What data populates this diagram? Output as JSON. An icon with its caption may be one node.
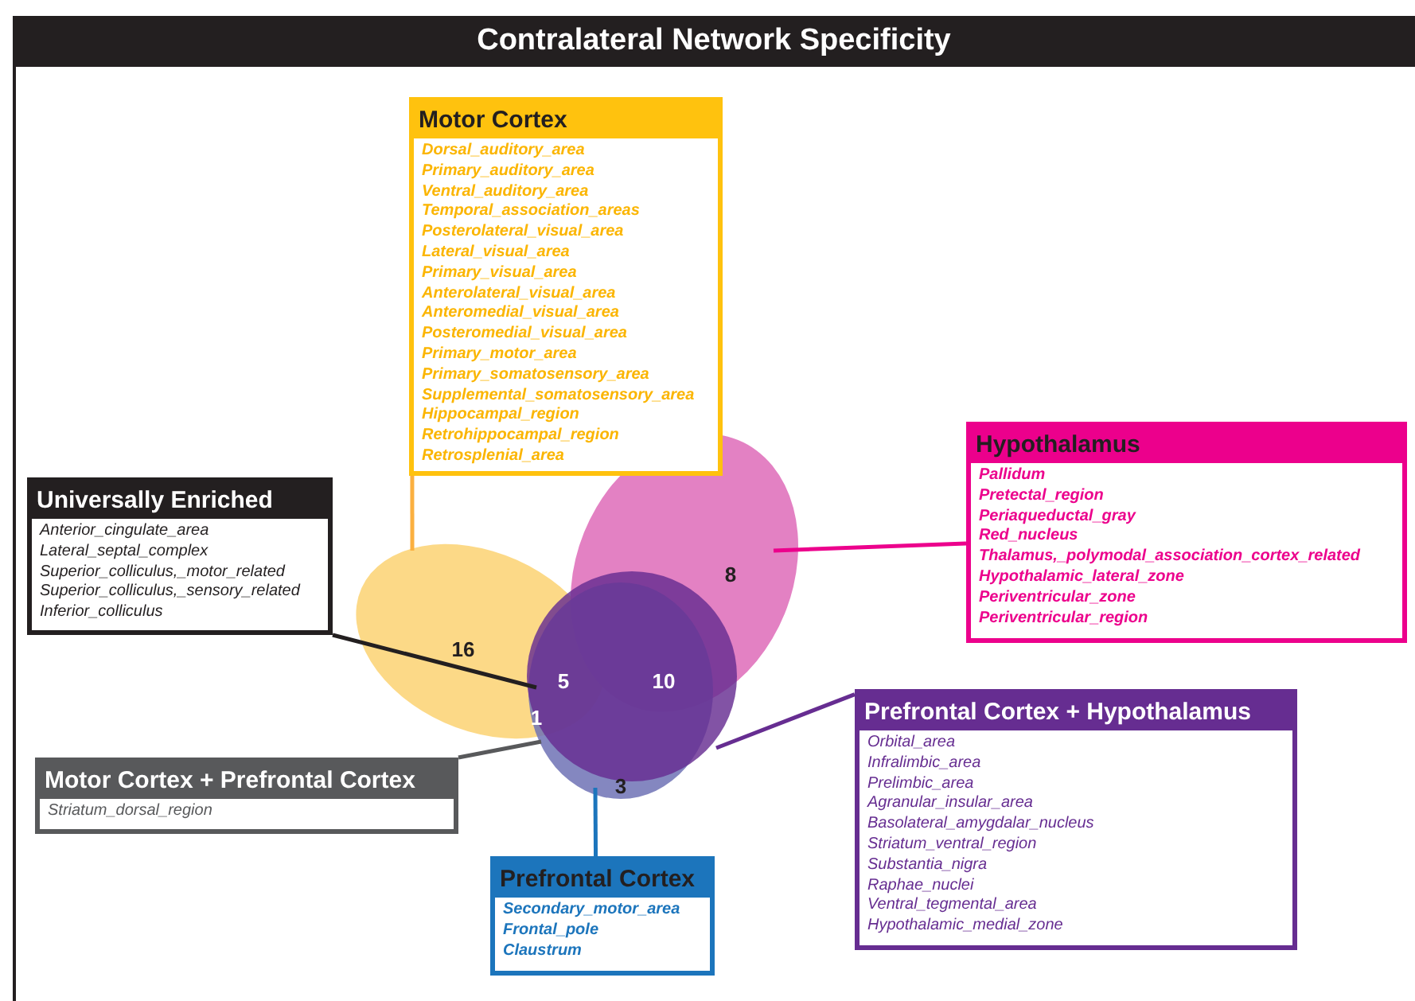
{
  "diagram": {
    "title": "Contralateral Network Specificity",
    "nodes": [
      {
        "text": [
          "Motor Cortex",
          "Dorsal_auditory_area",
          "Primary_auditory_area",
          "Ventral_auditory_area",
          "Temporal_association_areas",
          "Posterolateral_visual_area",
          "Lateral_visual_area",
          "Primary_visual_area",
          "Anterolateral_visual_area",
          "Anteromedial_visual_area",
          "Posteromedial_visual_area",
          "Primary_motor_area",
          "Primary_somatosensory_area",
          "Supplemental_somatosensory_area",
          "Hippocampal_region",
          "Retrohippocampal_region",
          "Retrosplenial_area"
        ]
      },
      {
        "text": [
          "Universally Enriched",
          "Anterior_cingulate_area",
          "Lateral_septal_complex",
          "Superior_colliculus,_motor_related",
          "Superior_colliculus,_sensory_related",
          "Inferior_colliculus"
        ]
      },
      {
        "text": [
          "Hypothalamus",
          "Pallidum",
          "Pretectal_region",
          "Periaqueductal_gray",
          "Red_nucleus",
          "Thalamus,_polymodal_association_cortex_related",
          "Hypothalamic_lateral_zone",
          "Periventricular_zone",
          "Periventricular_region"
        ]
      },
      {
        "text": [
          "Prefrontal Cortex + Hypothalamus",
          "Orbital_area",
          "Infralimbic_area",
          "Prelimbic_area",
          "Agranular_insular_area",
          "Basolateral_amygdalar_nucleus",
          "Striatum_ventral_region",
          "Substantia_nigra",
          "Raphae_nuclei",
          "Ventral_tegmental_area",
          "Hypothalamic_medial_zone"
        ]
      },
      {
        "text": [
          "Motor Cortex + Prefrontal Cortex",
          "Striatum_dorsal_region"
        ]
      },
      {
        "text": [
          "Prefrontal Cortex",
          "Secondary_motor_area",
          "Frontal_pole",
          "Claustrum"
        ]
      }
    ],
    "edges": [
      {
        "from": 0,
        "to": null,
        "arrow": "none",
        "color": "#fbb040"
      },
      {
        "from": 1,
        "to": null,
        "arrow": "none",
        "color": "#231f20"
      },
      {
        "from": 2,
        "to": null,
        "arrow": "none",
        "color": "#ec008c"
      },
      {
        "from": 3,
        "to": null,
        "arrow": "none",
        "color": "#662d91"
      },
      {
        "from": 4,
        "to": null,
        "arrow": "none",
        "color": "#58595b"
      },
      {
        "from": 5,
        "to": null,
        "arrow": "none",
        "color": "#1c75bc"
      }
    ],
    "labels": [
      "16",
      "5",
      "10",
      "8",
      "1",
      "3"
    ]
  }
}
